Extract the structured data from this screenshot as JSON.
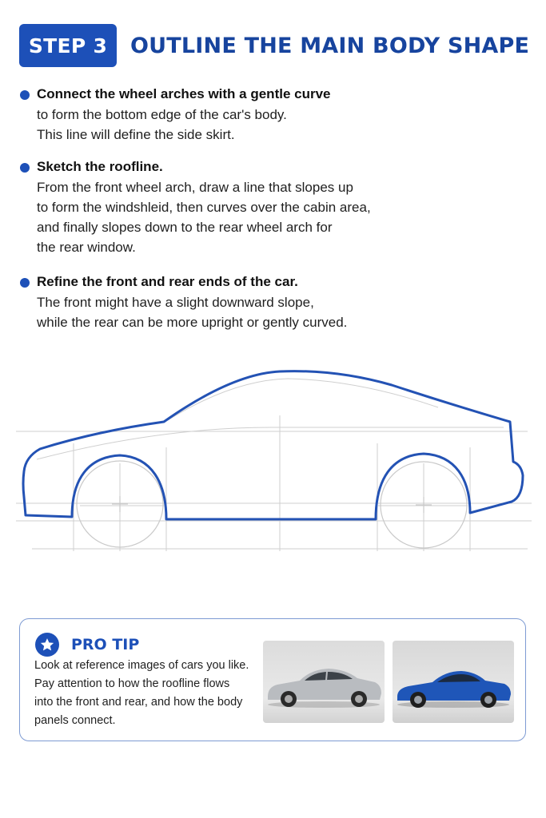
{
  "header": {
    "step_label": "STEP 3",
    "title": "OUTLINE THE MAIN BODY SHAPE"
  },
  "steps": [
    {
      "heading": "Connect the wheel arches with a gentle curve",
      "lines": [
        "to form the bottom edge of the car's body.",
        "This line will define the side skirt."
      ]
    },
    {
      "heading": "Sketch the roofline.",
      "lines": [
        "From the front wheel arch, draw a line that slopes up",
        "to form the windshleid, then curves over the cabin area,",
        "and finally slopes down to the rear wheel arch for",
        "the rear window."
      ]
    },
    {
      "heading": "Refine the front and rear ends of the car.",
      "lines": [
        "The front might have a slight downward slope,",
        "while the rear can be more upright or gently curved."
      ]
    }
  ],
  "tip": {
    "title": "PRO TIP",
    "icon": "star-icon",
    "lines": [
      "Look at reference images of cars you like.",
      "Pay attention to how the roofline flows",
      "into the front and rear, and how the body",
      "panels connect."
    ],
    "images": [
      {
        "name": "silver-sedan-photo",
        "color": "#b9bcc0"
      },
      {
        "name": "blue-coupe-photo",
        "color": "#1f56b8"
      }
    ]
  },
  "colors": {
    "accent": "#1d50b8",
    "title": "#17449e",
    "outline": "#2352b4",
    "guide": "#c8c8c8"
  }
}
